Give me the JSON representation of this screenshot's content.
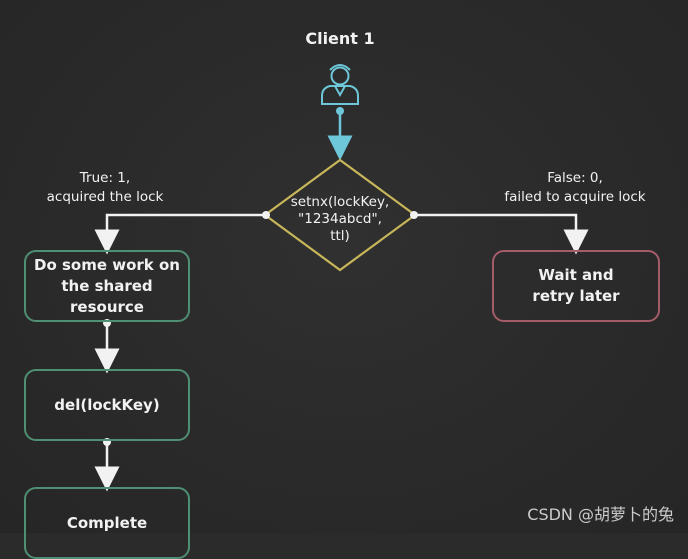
{
  "diagram": {
    "title": "Client 1",
    "actor_icon": "user-icon",
    "decision": {
      "text": "setnx(lockKey,\n\"1234abcd\",\nttl)"
    },
    "branches": {
      "true_label": "True: 1,\nacquired the lock",
      "false_label": "False: 0,\nfailed to acquire lock"
    },
    "steps": {
      "work": "Do some work on\nthe shared\nresource",
      "del": "del(lockKey)",
      "complete": "Complete",
      "wait": "Wait and\nretry later"
    },
    "colors": {
      "background": "#2b2b2b",
      "decision_border": "#c7b65a",
      "success_border": "#4f8f73",
      "failure_border": "#a45c69",
      "connector": "#f2f2f2",
      "client_connector": "#6ec6d9"
    }
  },
  "watermark": {
    "text": "CSDN @胡萝卜的兔"
  }
}
